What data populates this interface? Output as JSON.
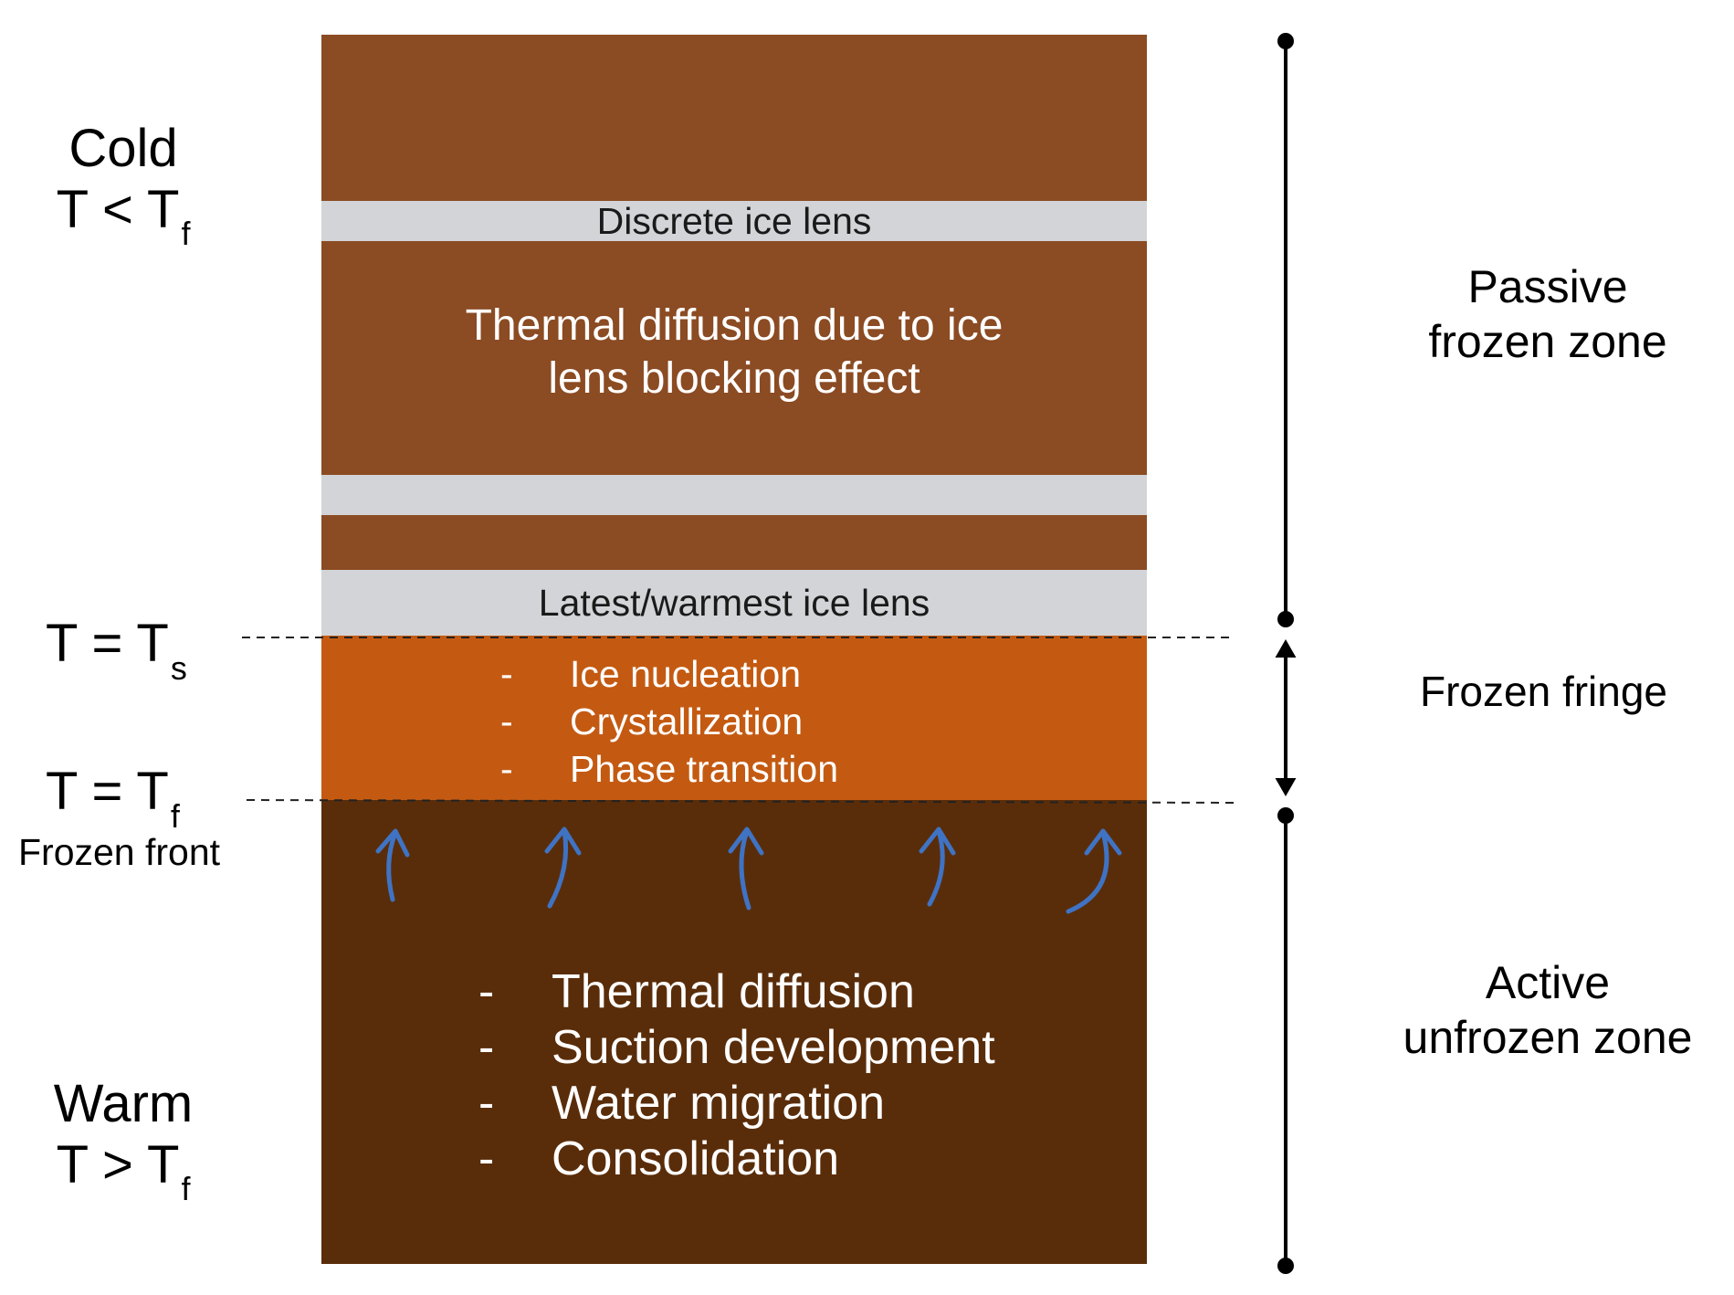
{
  "layers": {
    "discrete_lens_label": "Discrete ice lens",
    "upper_description": "Thermal diffusion due to ice lens blocking effect",
    "upper_description_line1": "Thermal diffusion due to ice",
    "upper_description_line2": "lens blocking effect",
    "latest_lens_label": "Latest/warmest ice lens",
    "fringe_processes": [
      "Ice nucleation",
      "Crystallization",
      "Phase transition"
    ],
    "unfrozen_processes": [
      "Thermal diffusion",
      "Suction development",
      "Water migration",
      "Consolidation"
    ],
    "dash": "-"
  },
  "left_labels": {
    "cold": "Cold",
    "cold_condition": "T < T",
    "cold_subscript": "f",
    "ts_line": "T = T",
    "ts_subscript": "s",
    "tf_line": "T = T",
    "tf_subscript": "f",
    "frozen_front": "Frozen front",
    "warm": "Warm",
    "warm_condition": "T > T",
    "warm_subscript": "f"
  },
  "right_labels": {
    "passive_line1": "Passive",
    "passive_line2": "frozen zone",
    "fringe": "Frozen fringe",
    "active_line1": "Active",
    "active_line2": "unfrozen zone"
  },
  "colors": {
    "frozen_soil": "#8b4b23",
    "ice_lens": "#d2d4d7",
    "fringe": "#c45a12",
    "unfrozen_soil": "#5a2d0a",
    "arrows": "#3f73c4"
  }
}
